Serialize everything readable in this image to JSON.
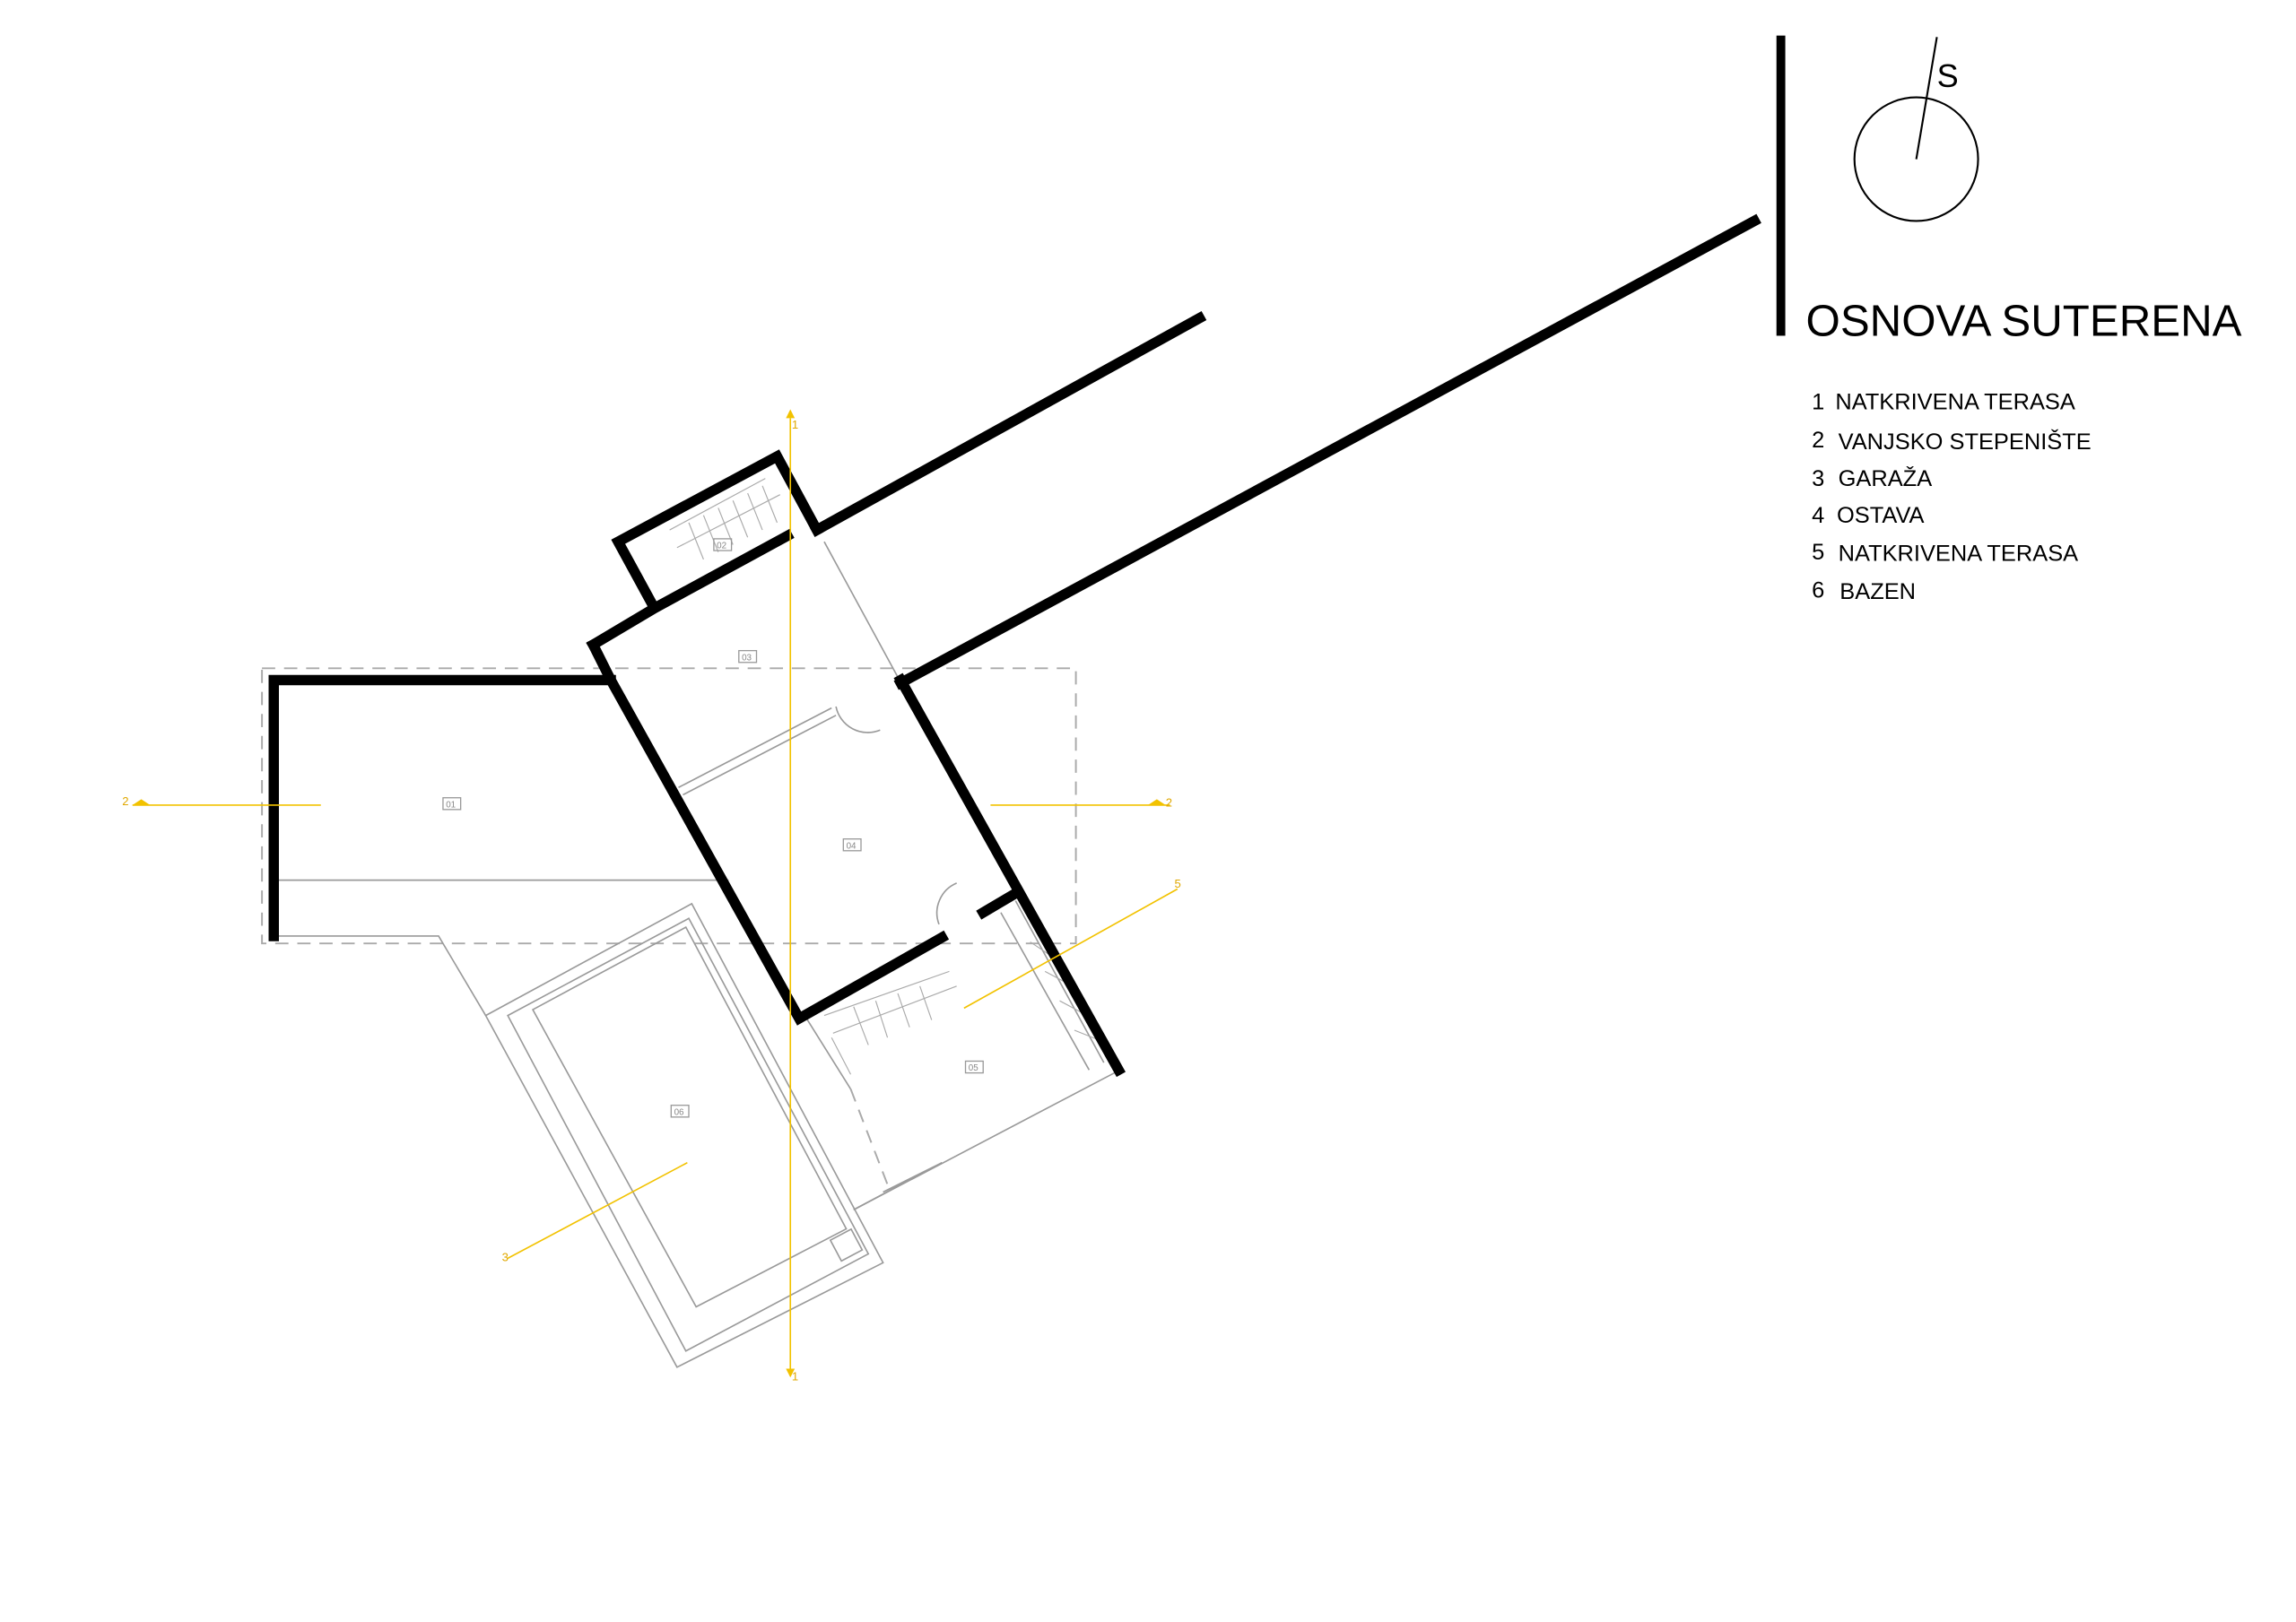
{
  "title": "OSNOVA SUTERENA",
  "north_label": "S",
  "legend": [
    {
      "num": "1",
      "label": "NATKRIVENA TERASA"
    },
    {
      "num": "2",
      "label": "VANJSKO STEPENIŠTE"
    },
    {
      "num": "3",
      "label": "GARAŽA"
    },
    {
      "num": "4",
      "label": "OSTAVA"
    },
    {
      "num": "5",
      "label": "NATKRIVENA TERASA"
    },
    {
      "num": "6",
      "label": "BAZEN"
    }
  ],
  "room_tags": [
    "01",
    "02",
    "03",
    "04",
    "05",
    "06"
  ],
  "section_labels": {
    "s1": "1",
    "s2": "2",
    "s3": "3",
    "s5": "5"
  },
  "colors": {
    "wall": "#000000",
    "section_line": "#f2c200",
    "thin_line": "#9a9a9a"
  }
}
